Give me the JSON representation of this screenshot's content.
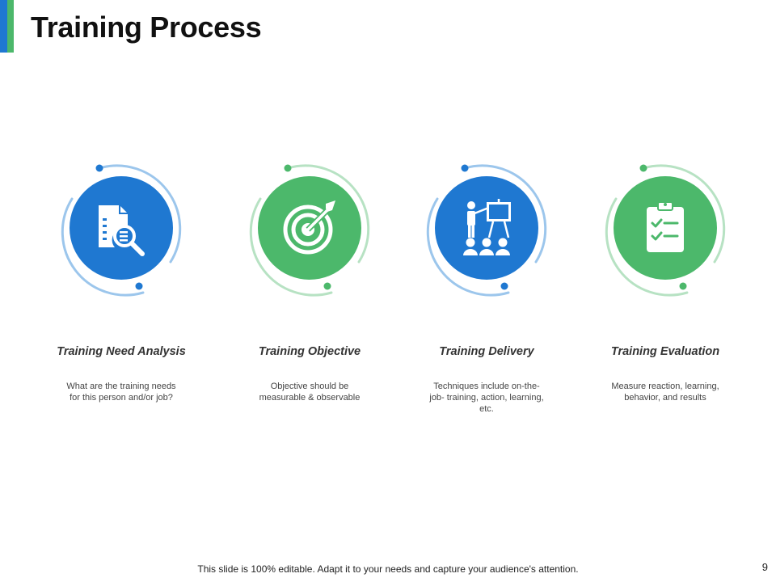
{
  "slide": {
    "title": "Training Process",
    "footer": "This slide is 100% editable. Adapt it to your needs and capture your audience's attention.",
    "page_number": "9"
  },
  "colors": {
    "blue": "#1f78d1",
    "blue_light": "#9cc6ec",
    "green": "#4cb86b",
    "green_light": "#b7e2c3"
  },
  "steps": [
    {
      "label": "Training Need Analysis",
      "description": "What  are the training needs for this person and/or job?",
      "icon": "document-search-icon",
      "color": "blue"
    },
    {
      "label": "Training Objective",
      "description": "Objective should be measurable & observable",
      "icon": "target-icon",
      "color": "green"
    },
    {
      "label": "Training Delivery",
      "description": "Techniques include on-the-job- training, action, learning, etc.",
      "icon": "presentation-icon",
      "color": "blue"
    },
    {
      "label": "Training Evaluation",
      "description": "Measure reaction, learning, behavior, and results",
      "icon": "clipboard-checklist-icon",
      "color": "green"
    }
  ]
}
